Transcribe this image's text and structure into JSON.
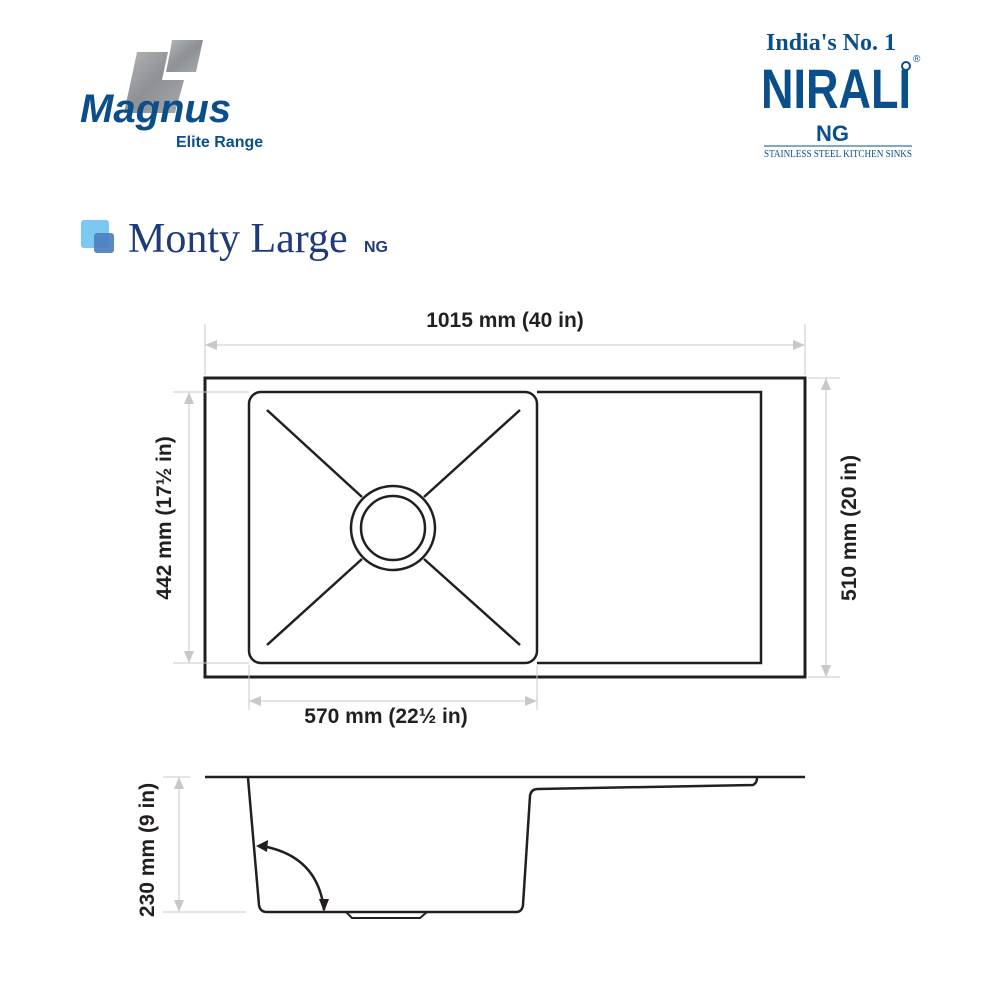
{
  "brand_left": {
    "name": "Magnus",
    "subtitle": "Elite Range"
  },
  "brand_right": {
    "tagline": "India's No. 1",
    "name": "NIRALI",
    "sub": "NG",
    "registered": "®",
    "footer": "STAINLESS STEEL KITCHEN SINKS"
  },
  "product": {
    "title": "Monty Large",
    "suffix": "NG"
  },
  "dimensions": {
    "overall_width": "1015 mm (40 in)",
    "overall_depth": "510 mm (20 in)",
    "bowl_length": "442 mm (17½ in)",
    "bowl_width": "570 mm (22½ in)",
    "bowl_depth": "230 mm (9 in)"
  },
  "colors": {
    "brand_blue": "#0b4f8a",
    "title_blue": "#1e3a78",
    "line": "#231f20",
    "dim_line": "#c8c8c8",
    "icon_light": "#7cc8f2",
    "icon_dark": "#4a7cc0"
  }
}
